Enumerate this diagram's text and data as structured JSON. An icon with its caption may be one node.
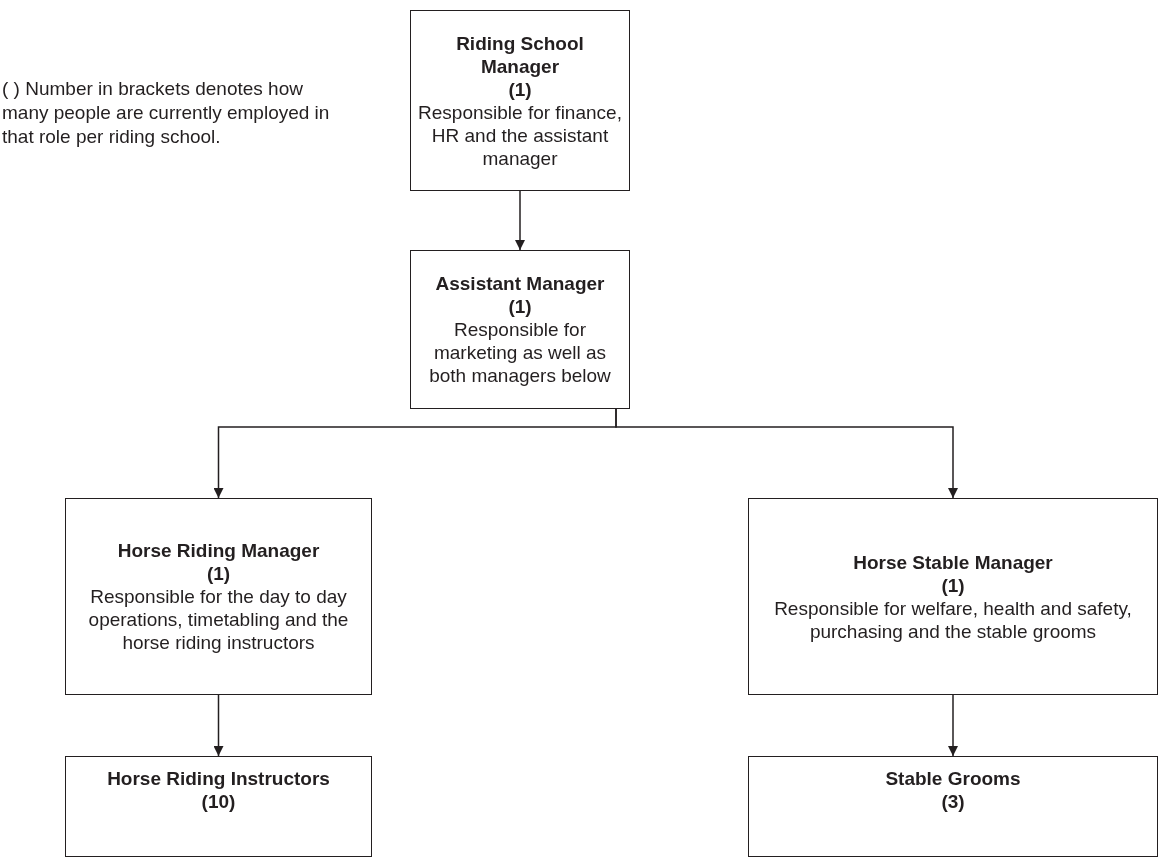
{
  "diagram": {
    "nodes": [
      {
        "text": [
          "Riding School Manager",
          "(1)",
          "Responsible for finance, HR and the assistant manager"
        ]
      },
      {
        "text": [
          "Assistant Manager",
          "(1)",
          "Responsible for marketing as well as both managers below"
        ]
      },
      {
        "text": [
          "Horse Riding Manager",
          "(1)",
          "Responsible for the day to day operations, timetabling and the horse riding instructors"
        ]
      },
      {
        "text": [
          "Horse Stable Manager",
          "(1)",
          "Responsible for welfare, health and safety, purchasing and the stable grooms"
        ]
      },
      {
        "text": [
          "Horse Riding Instructors",
          "(10)"
        ]
      },
      {
        "text": [
          "Stable Grooms",
          "(3)"
        ]
      }
    ],
    "edges": [
      {
        "from": 0,
        "to": 1,
        "arrow": "to"
      },
      {
        "from": 1,
        "to": 2,
        "arrow": "to"
      },
      {
        "from": 1,
        "to": 3,
        "arrow": "to"
      },
      {
        "from": 2,
        "to": 4,
        "arrow": "to"
      },
      {
        "from": 3,
        "to": 5,
        "arrow": "to"
      }
    ],
    "labels": [
      "( ) Number in brackets denotes how many people are currently employed in that role per riding school."
    ]
  }
}
